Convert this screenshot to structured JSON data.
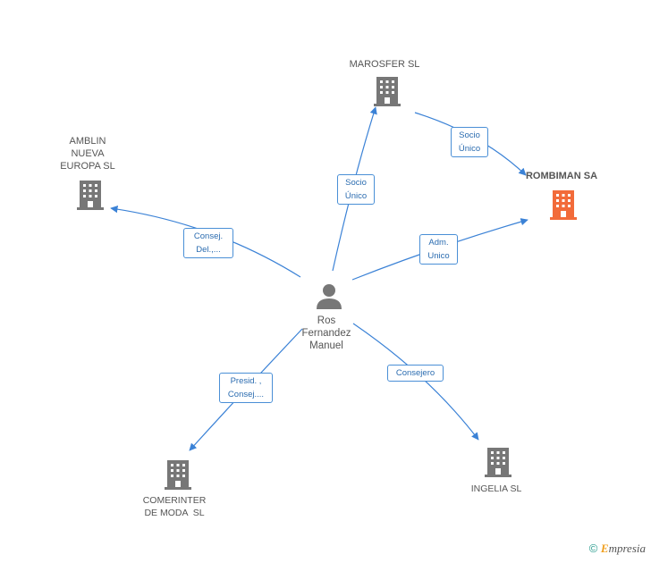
{
  "colors": {
    "edge": "#3b82d6",
    "company": "#777777",
    "highlight": "#f26b3a",
    "person": "#777777"
  },
  "nodes": {
    "center_person": {
      "lines": [
        "Ros",
        "Fernandez",
        "Manuel"
      ],
      "icon": "person-icon"
    },
    "marosfer": {
      "lines": [
        "MAROSFER SL"
      ],
      "icon": "building-icon"
    },
    "rombiman": {
      "lines": [
        "ROMBIMAN SA"
      ],
      "icon": "building-icon",
      "highlighted": true
    },
    "amblin": {
      "lines": [
        "AMBLIN",
        "NUEVA",
        "EUROPA SL"
      ],
      "icon": "building-icon"
    },
    "comerinter": {
      "lines": [
        "COMERINTER",
        "DE MODA  SL"
      ],
      "icon": "building-icon"
    },
    "ingelia": {
      "lines": [
        "INGELIA SL"
      ],
      "icon": "building-icon"
    }
  },
  "edges": {
    "person_marosfer": {
      "lines": [
        "Socio",
        "Único"
      ]
    },
    "marosfer_rombiman": {
      "lines": [
        "Socio",
        "Único"
      ]
    },
    "person_rombiman": {
      "lines": [
        "Adm.",
        "Unico"
      ]
    },
    "person_amblin": {
      "lines": [
        "Consej.",
        "Del.,..."
      ]
    },
    "person_comerinter": {
      "lines": [
        "Presid. ,",
        "Consej...."
      ]
    },
    "person_ingelia": {
      "lines": [
        "Consejero"
      ]
    }
  },
  "footer": {
    "copyright": "©",
    "brand_first": "E",
    "brand_rest": "mpresia"
  }
}
